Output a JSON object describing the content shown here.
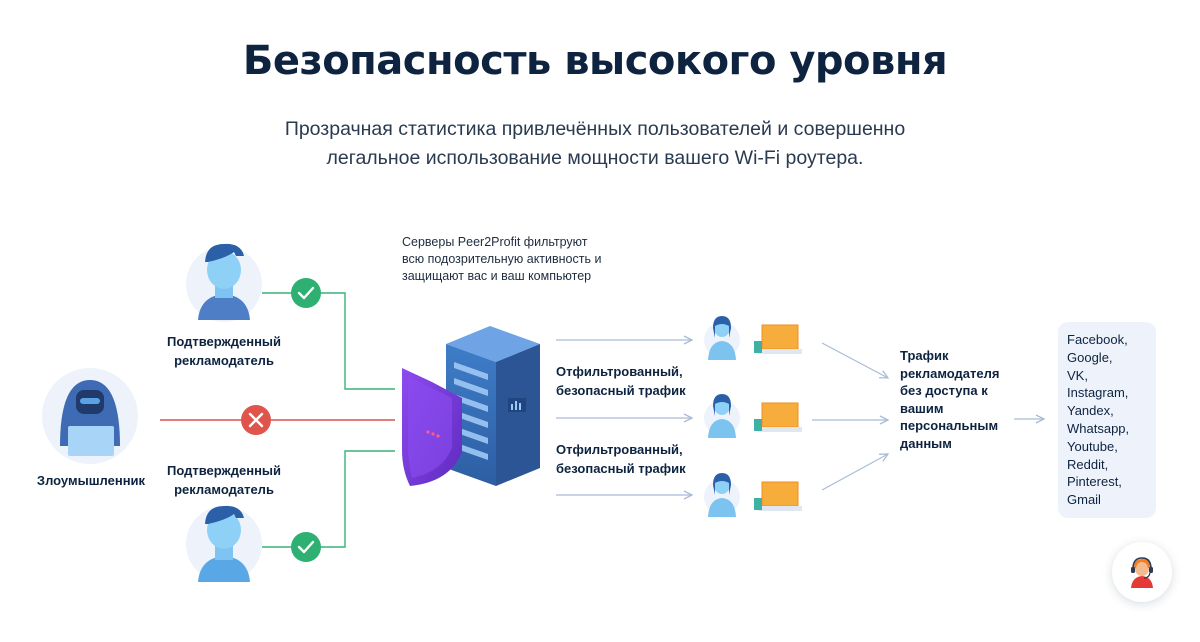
{
  "header": {
    "title": "Безопасность высокого уровня",
    "subtitle_line1": "Прозрачная статистика привлечённых пользователей и совершенно",
    "subtitle_line2": "легальное использование мощности вашего Wi-Fi роутера."
  },
  "servers_note": {
    "line1": "Серверы Peer2Profit фильтруют",
    "line2": "всю подозрительную активность и",
    "line3": "защищают вас и ваш компьютер"
  },
  "actors": {
    "advertiser_top": {
      "line1": "Подтвержденный",
      "line2": "рекламодатель"
    },
    "advertiser_bottom": {
      "line1": "Подтвержденный",
      "line2": "рекламодатель"
    },
    "attacker": "Злоумышленник"
  },
  "traffic": {
    "filtered_1": {
      "line1": "Отфильтрованный,",
      "line2": "безопасный трафик"
    },
    "filtered_2": {
      "line1": "Отфильтрованный,",
      "line2": "безопасный трафик"
    },
    "advertiser_traffic": [
      "Трафик",
      "рекламодателя",
      "без доступа к",
      "вашим",
      "персональным",
      "данным"
    ]
  },
  "platforms": [
    "Facebook,",
    "Google,",
    "VK,",
    "Instagram,",
    "Yandex,",
    "Whatsapp,",
    "Youtube,",
    "Reddit,",
    "Pinterest,",
    "Gmail"
  ],
  "colors": {
    "title": "#0d2340",
    "accept": "#2eb073",
    "reject": "#e0554b",
    "green_line": "#38b27a",
    "red_line": "#d9544a",
    "arrow": "#a9bcd6",
    "shield": "#7b3fd8",
    "server": "#3d6fb5",
    "laptop": "#f6ad3b",
    "person": "#5aa7e6"
  },
  "icons": {
    "accept": "check-icon",
    "reject": "cross-icon",
    "server": "server-icon",
    "shield": "shield-icon",
    "laptop": "laptop-icon",
    "support": "support-agent-icon"
  }
}
